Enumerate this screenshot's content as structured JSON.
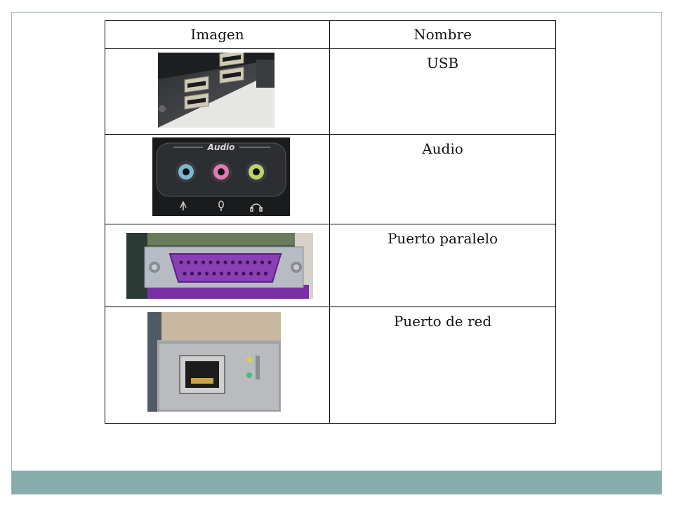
{
  "table": {
    "headers": {
      "image": "Imagen",
      "name": "Nombre"
    },
    "rows": [
      {
        "name": "USB"
      },
      {
        "name": "Audio"
      },
      {
        "name": "Puerto paralelo"
      },
      {
        "name": "Puerto de red"
      }
    ]
  },
  "audio_panel_label": "Audio",
  "usb_port_count": 4,
  "colors": {
    "footer": "#89acac",
    "frame_border": "#9fb9b9",
    "parallel_connector": "#8a3fb5",
    "audio_pink": "#e07ab0",
    "audio_green": "#b8d46a",
    "audio_blue": "#7ab8d4"
  }
}
